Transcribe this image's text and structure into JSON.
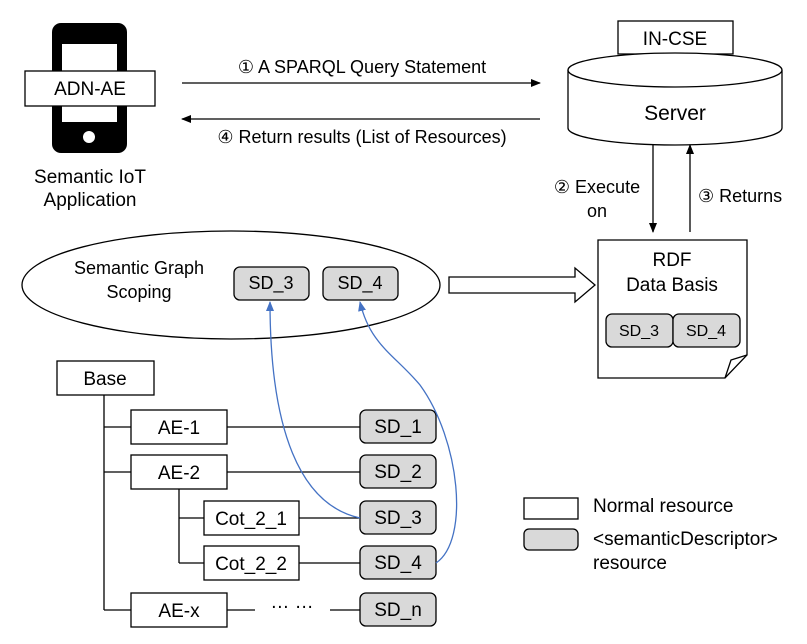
{
  "application": {
    "label": "ADN-AE",
    "caption_line1": "Semantic IoT",
    "caption_line2": "Application"
  },
  "server": {
    "tag": "IN-CSE",
    "label": "Server"
  },
  "messages": {
    "query": "① A SPARQL Query Statement",
    "return_results": "④ Return results (List of Resources)",
    "execute_line1": "② Execute",
    "execute_line2": "on",
    "returns": "③ Returns"
  },
  "rdf": {
    "line1": "RDF",
    "line2": "Data Basis",
    "items": [
      "SD_3",
      "SD_4"
    ]
  },
  "scoping": {
    "line1": "Semantic Graph",
    "line2": "Scoping",
    "items": [
      "SD_3",
      "SD_4"
    ]
  },
  "tree": {
    "root": "Base",
    "nodes": [
      "AE-1",
      "AE-2",
      "Cot_2_1",
      "Cot_2_2",
      "AE-x"
    ],
    "descriptors": [
      "SD_1",
      "SD_2",
      "SD_3",
      "SD_4",
      "SD_n"
    ],
    "ellipsis": "…   …"
  },
  "legend": {
    "normal": "Normal resource",
    "semantic_line1": "<semanticDescriptor>",
    "semantic_line2": "resource"
  },
  "colors": {
    "descriptor_fill": "#d9d9d9",
    "link_color": "#4472c4",
    "phone_color": "#000000"
  }
}
